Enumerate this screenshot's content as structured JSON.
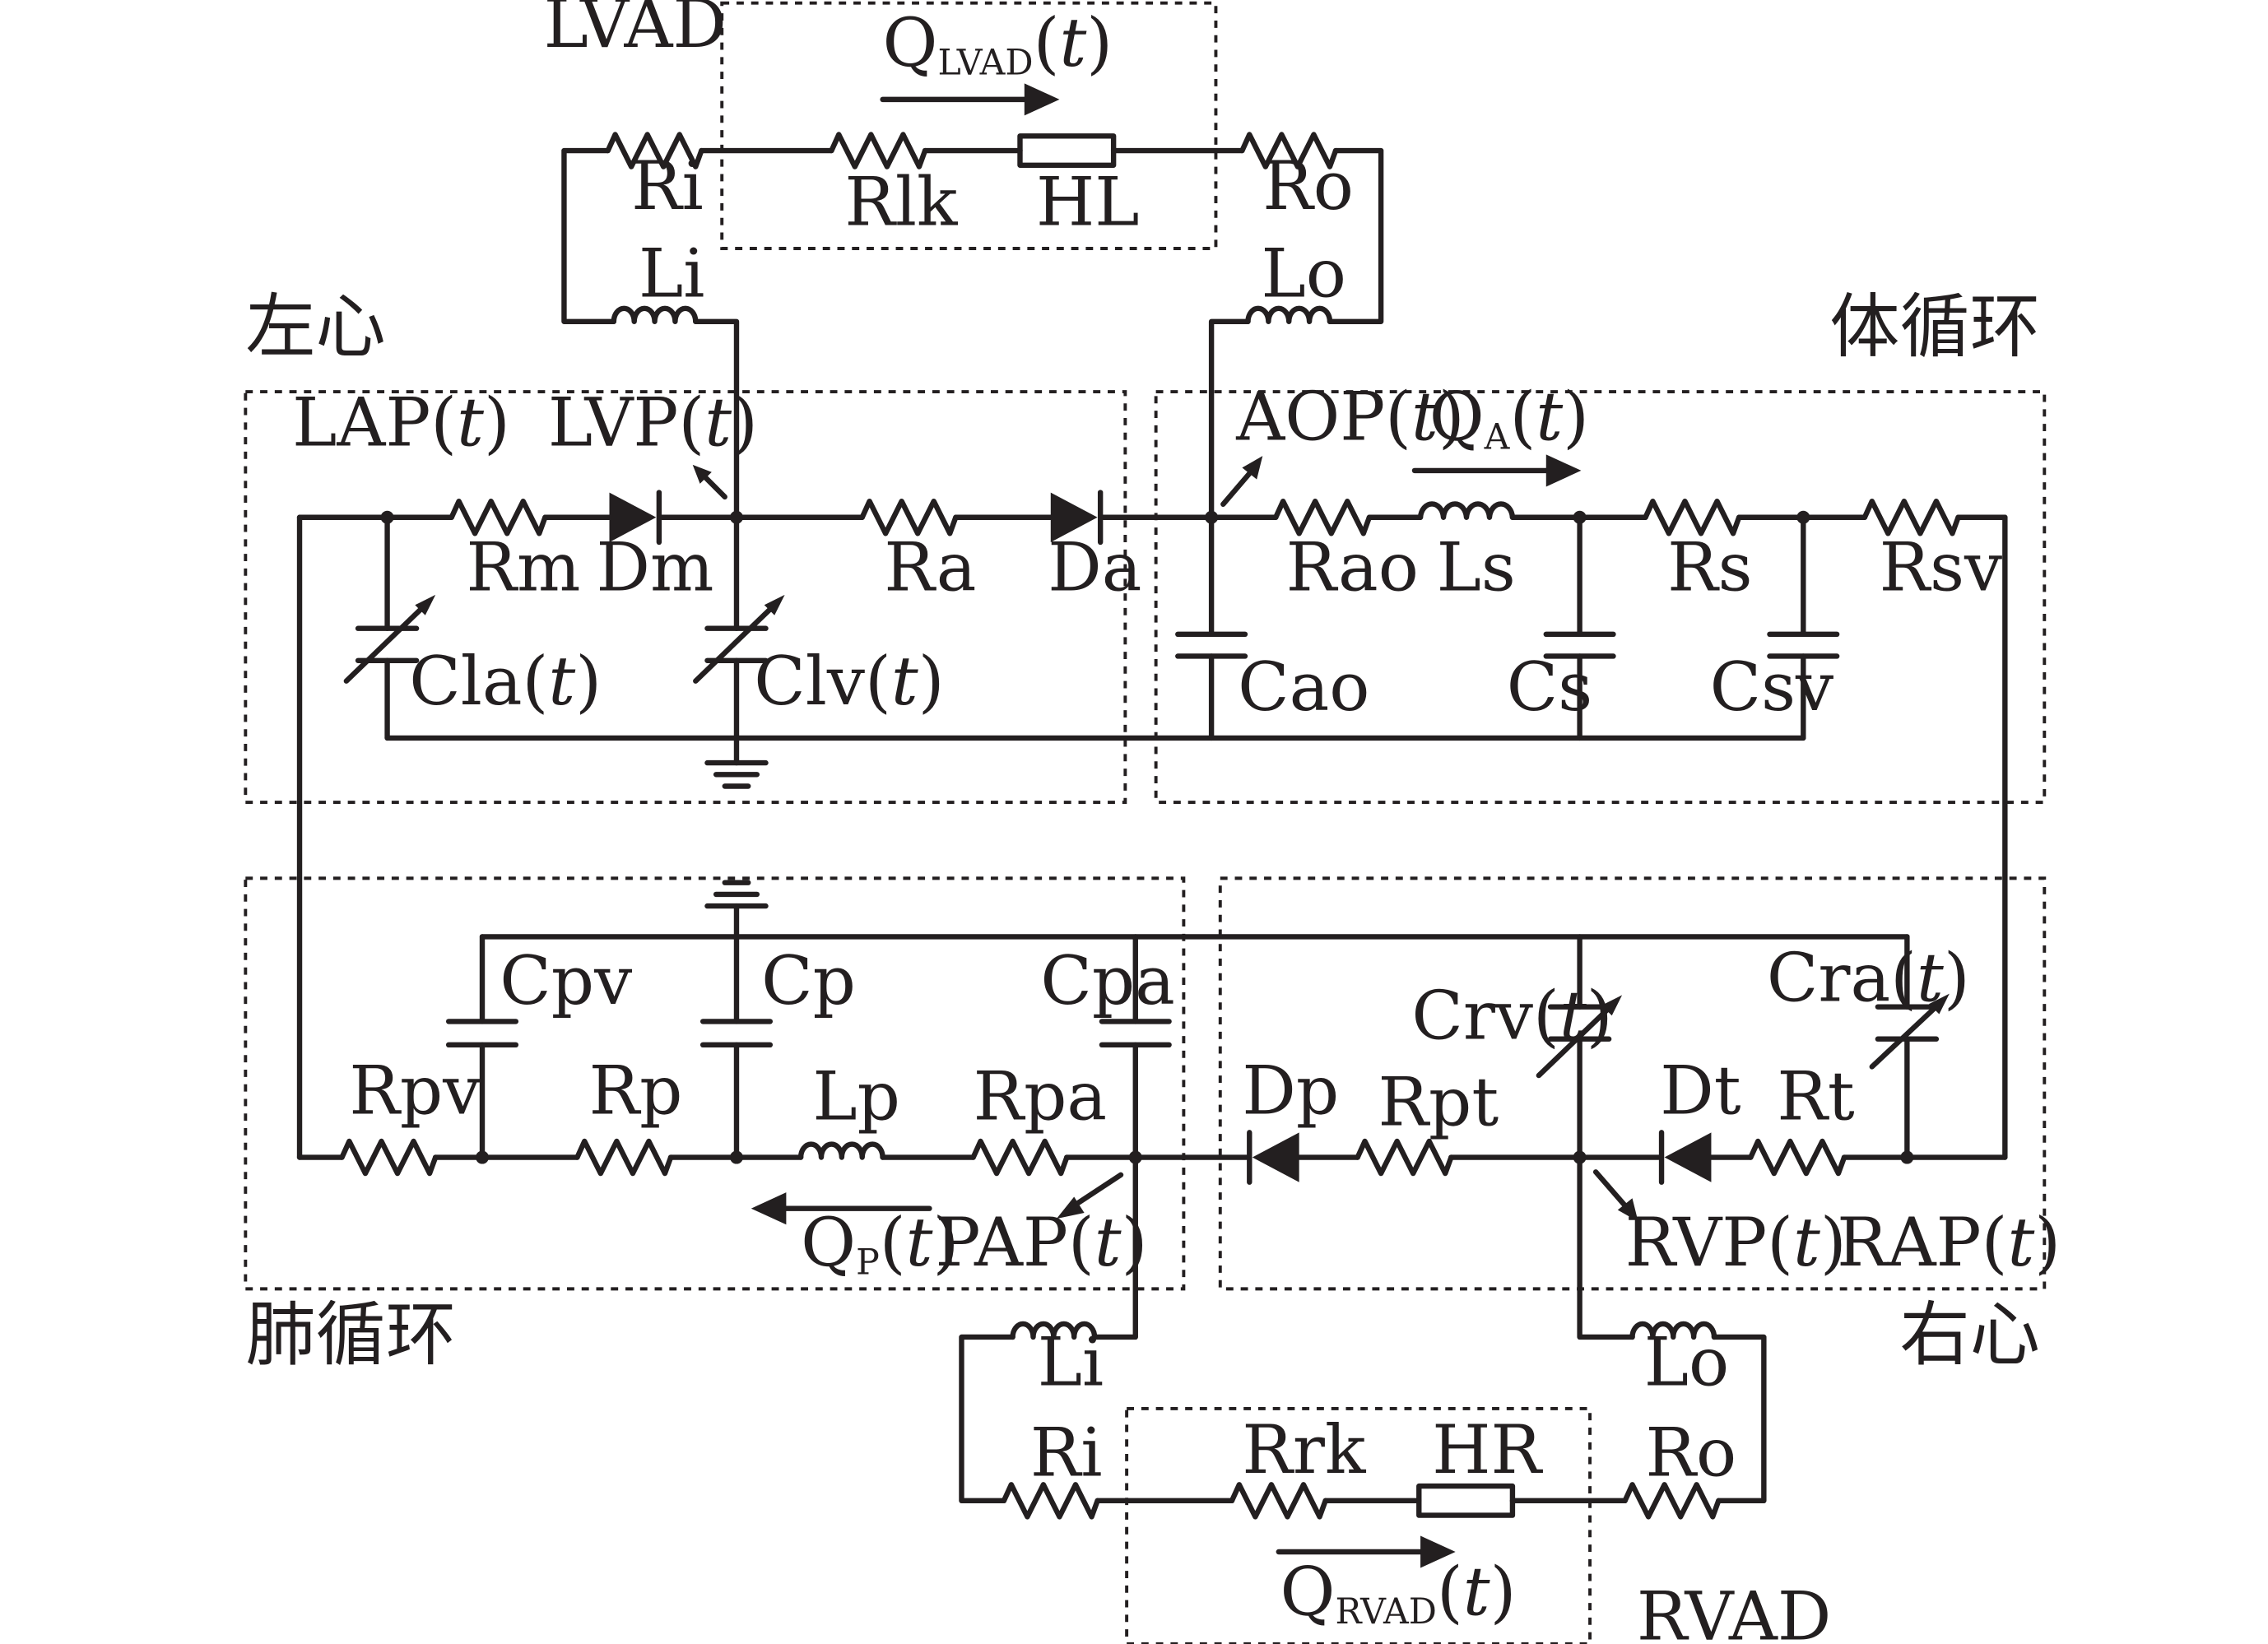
{
  "groups": {
    "lvad": "LVAD",
    "left_heart": "左心",
    "systemic": "体循环",
    "pulmonary": "肺循环",
    "right_heart": "右心",
    "rvad": "RVAD"
  },
  "flows": {
    "q_lvad": {
      "base": "Q",
      "sub": "LVAD",
      "arg": "t"
    },
    "q_a": {
      "base": "Q",
      "sub": "A",
      "arg": "t"
    },
    "q_p": {
      "base": "Q",
      "sub": "P",
      "arg": "t"
    },
    "q_rvad": {
      "base": "Q",
      "sub": "RVAD",
      "arg": "t"
    }
  },
  "pressures": {
    "lap": {
      "base": "LAP",
      "arg": "t"
    },
    "lvp": {
      "base": "LVP",
      "arg": "t"
    },
    "aop": {
      "base": "AOP",
      "arg": "t"
    },
    "pap": {
      "base": "PAP",
      "arg": "t"
    },
    "rvp": {
      "base": "RVP",
      "arg": "t"
    },
    "rap": {
      "base": "RAP",
      "arg": "t"
    }
  },
  "components": {
    "lvad_ri": "Ri",
    "lvad_rlk": "Rlk",
    "lvad_hl": "HL",
    "lvad_ro": "Ro",
    "lvad_li": "Li",
    "lvad_lo": "Lo",
    "rm": "Rm",
    "dm": "Dm",
    "ra": "Ra",
    "da": "Da",
    "cla": {
      "base": "Cla",
      "arg": "t"
    },
    "clv": {
      "base": "Clv",
      "arg": "t"
    },
    "rao": "Rao",
    "ls": "Ls",
    "rs": "Rs",
    "rsv": "Rsv",
    "cao": "Cao",
    "cs": "Cs",
    "csv": "Csv",
    "cpv": "Cpv",
    "cp": "Cp",
    "cpa": "Cpa",
    "rpv": "Rpv",
    "rp": "Rp",
    "lp": "Lp",
    "rpa": "Rpa",
    "crv": {
      "base": "Crv",
      "arg": "t"
    },
    "cra": {
      "base": "Cra",
      "arg": "t"
    },
    "dp": "Dp",
    "rpt": "Rpt",
    "dt": "Dt",
    "rt": "Rt",
    "rvad_li": "Li",
    "rvad_lo": "Lo",
    "rvad_ri": "Ri",
    "rvad_rrk": "Rrk",
    "rvad_hr": "HR",
    "rvad_ro": "Ro"
  }
}
